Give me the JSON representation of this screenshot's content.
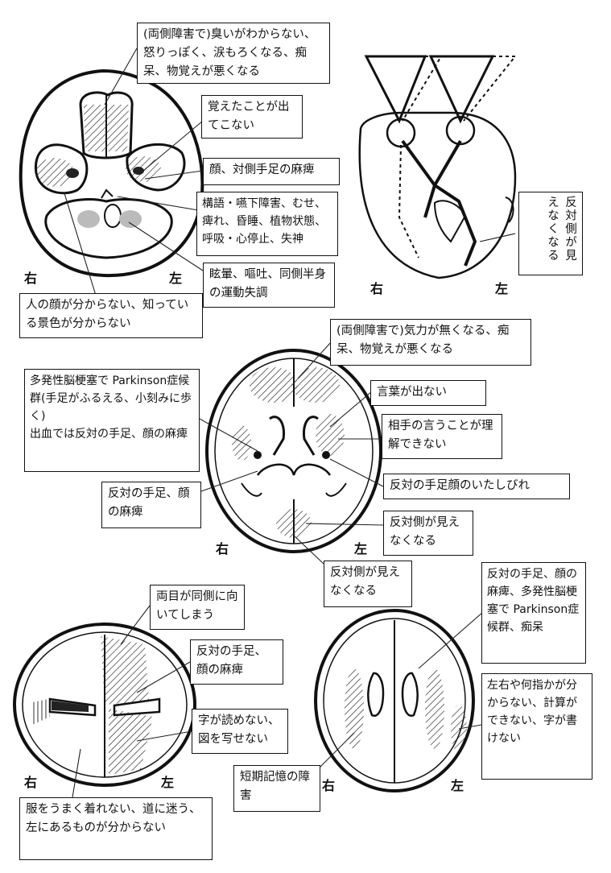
{
  "orientation": {
    "right": "右",
    "left": "左"
  },
  "panels": {
    "base": {
      "olfactory": "(両側障害で)臭いがわからない、怒りっぽく、涙もろくなる、痴呆、物覚えが悪くなる",
      "hippocampus": "覚えたことが出てこない",
      "internal_capsule": "顔、対側手足の麻痺",
      "brainstem": "構語・嚥下障害、むせ、痺れ、昏睡、植物状態、呼吸・心停止、失神",
      "cerebellum": "眩暈、嘔吐、同側半身の運動失調",
      "occipital": "人の顔が分からない、知っている景色が分からない"
    },
    "visual_pathway": {
      "visual_field": "反対側が見えなくなる"
    },
    "axial_mid": {
      "frontal": "(両側障害で)気力が無くなる、痴呆、物覚えが悪くなる",
      "broca": "言葉が出ない",
      "wernicke": "相手の言うことが理解できない",
      "basal_ganglia": "多発性脳梗塞で Parkinson症候群(手足がふるえる、小刻みに歩く)\n出血では反対の手足、顔の麻痺",
      "thalamus": "反対の手足顔のいたしびれ",
      "internal_capsule": "反対の手足、顔の麻痺",
      "visual_left": "反対側が見えなくなる",
      "visual_right": "反対側が見えなくなる"
    },
    "axial_top": {
      "gaze": "両目が同側に向いてしまう",
      "motor": "反対の手足、顔の麻痺",
      "reading": "字が読めない、図を写せない",
      "dressing": "服をうまく着れない、道に迷う、左にあるものが分からない"
    },
    "coronal": {
      "periventricular": "反対の手足、顔の麻痺、多発性脳梗塞で Parkinson症候群、痴呆",
      "gerstmann": "左右や何指かが分からない、計算ができない、字が書けない",
      "memory": "短期記憶の障害"
    }
  }
}
